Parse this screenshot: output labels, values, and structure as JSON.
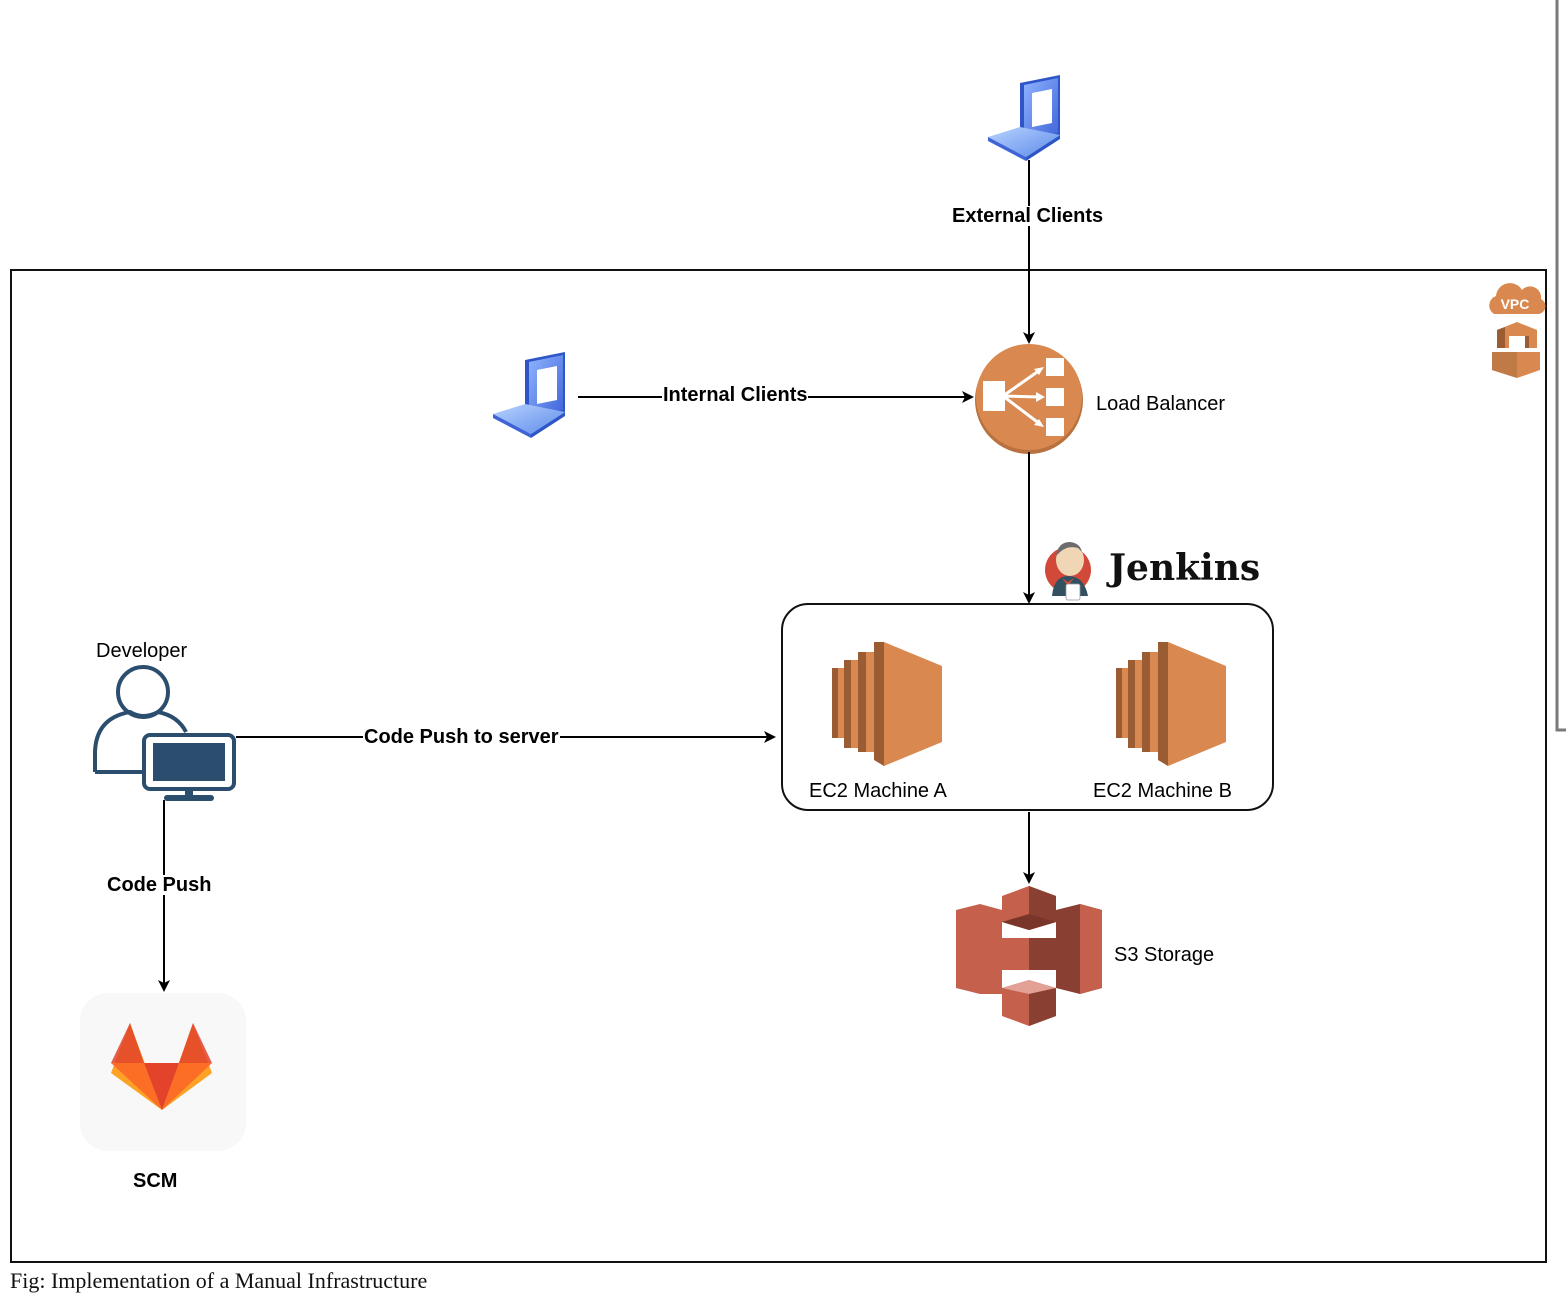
{
  "diagram": {
    "caption": "Fig: Implementation of a Manual Infrastructure",
    "container": {
      "label": "VPC",
      "badge_icons": [
        "vpc-cloud-icon",
        "aws-vpc-icon"
      ]
    },
    "nodes": {
      "external_clients": {
        "icon": "laptop-icon"
      },
      "internal_clients": {
        "icon": "laptop-icon"
      },
      "load_balancer": {
        "label": "Load Balancer",
        "icon": "elb-load-balancer-icon"
      },
      "jenkins": {
        "label": "Jenkins",
        "icon": "jenkins-butler-icon"
      },
      "ec2_a": {
        "label": "EC2 Machine A",
        "icon": "ec2-instance-icon"
      },
      "ec2_b": {
        "label": "EC2 Machine B",
        "icon": "ec2-instance-icon"
      },
      "s3": {
        "label": "S3 Storage",
        "icon": "s3-bucket-icon"
      },
      "developer": {
        "label": "Developer",
        "icon": "developer-workstation-icon"
      },
      "scm": {
        "label": "SCM",
        "icon": "gitlab-icon"
      }
    },
    "edges": [
      {
        "from": "external_clients",
        "to": "load_balancer",
        "label": "External Clients"
      },
      {
        "from": "internal_clients",
        "to": "load_balancer",
        "label": "Internal Clients"
      },
      {
        "from": "load_balancer",
        "to": "jenkins_group",
        "label": ""
      },
      {
        "from": "developer",
        "to": "jenkins_group",
        "label": "Code Push to server"
      },
      {
        "from": "developer",
        "to": "scm",
        "label": "Code Push"
      },
      {
        "from": "jenkins_group",
        "to": "s3",
        "label": ""
      }
    ]
  },
  "colors": {
    "aws_orange": "#D9894F",
    "aws_orange_dark": "#9A5C33",
    "s3_red": "#C4604C",
    "s3_red_dark": "#8A3F33",
    "laptop_blue": "#4F7EE8",
    "developer_navy": "#2C4E6E",
    "gitlab_orange": "#E2432A",
    "gitlab_light": "#FCA326"
  }
}
